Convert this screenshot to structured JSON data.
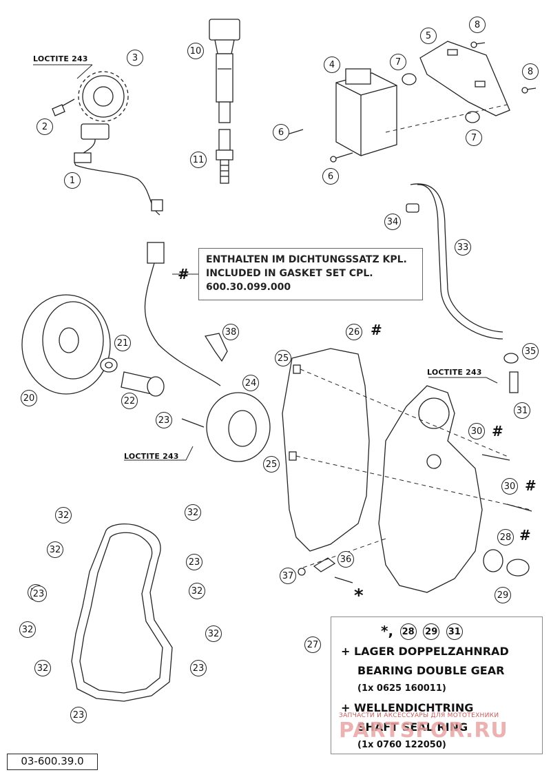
{
  "callouts": [
    {
      "n": "1"
    },
    {
      "n": "2"
    },
    {
      "n": "3"
    },
    {
      "n": "4"
    },
    {
      "n": "5"
    },
    {
      "n": "6"
    },
    {
      "n": "6"
    },
    {
      "n": "7"
    },
    {
      "n": "7"
    },
    {
      "n": "8"
    },
    {
      "n": "8"
    },
    {
      "n": "10"
    },
    {
      "n": "11"
    },
    {
      "n": "20"
    },
    {
      "n": "21"
    },
    {
      "n": "22"
    },
    {
      "n": "23"
    },
    {
      "n": "24"
    },
    {
      "n": "25"
    },
    {
      "n": "25"
    },
    {
      "n": "26"
    },
    {
      "n": "27"
    },
    {
      "n": "28"
    },
    {
      "n": "29"
    },
    {
      "n": "30"
    },
    {
      "n": "30"
    },
    {
      "n": "31"
    },
    {
      "n": "33"
    },
    {
      "n": "34"
    },
    {
      "n": "35"
    },
    {
      "n": "36"
    },
    {
      "n": "37"
    },
    {
      "n": "38"
    },
    {
      "n": "32"
    },
    {
      "n": "32"
    },
    {
      "n": "32"
    },
    {
      "n": "32"
    },
    {
      "n": "32"
    },
    {
      "n": "32"
    },
    {
      "n": "32"
    },
    {
      "n": "32"
    },
    {
      "n": "23"
    },
    {
      "n": "23"
    },
    {
      "n": "23"
    },
    {
      "n": "23"
    }
  ],
  "loctite_labels": [
    "LOCTITE 243",
    "LOCTITE 243",
    "LOCTITE 243"
  ],
  "marks": {
    "hash": "#",
    "star": "*"
  },
  "gasket_note": {
    "line1": "ENTHALTEN IM DICHTUNGSSATZ KPL.",
    "line2": "INCLUDED IN GASKET SET CPL.",
    "line3": "600.30.099.000"
  },
  "bearing_box": {
    "header_star": "*,",
    "header_refs": [
      "28",
      "29",
      "31"
    ],
    "line1": "+  LAGER DOPPELZAHNRAD",
    "line2": "BEARING  DOUBLE GEAR",
    "line3": "(1x  0625 160011)",
    "line4": "+  WELLENDICHTRING",
    "line5": "SHAFT SEAL RING",
    "line6": "(1x  0760 122050)"
  },
  "part_number": "03-600.39.0",
  "watermark": {
    "small": "ЗАПЧАСТИ И АКСЕССУАРЫ ДЛЯ МОТОТЕХНИКИ",
    "big": "PARTSFOR.RU"
  }
}
